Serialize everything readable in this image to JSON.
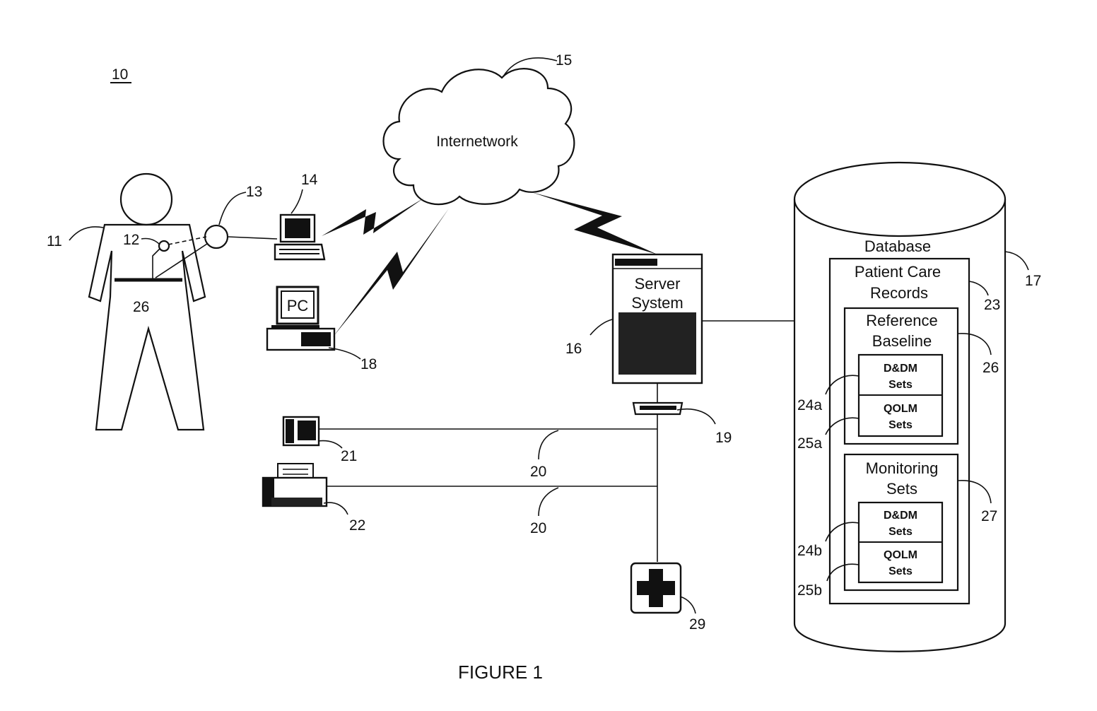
{
  "figure": {
    "ref_number": "10",
    "caption": "FIGURE 1"
  },
  "cloud": {
    "label": "Internetwork",
    "ref": "15"
  },
  "patient": {
    "ref_body": "11",
    "ref_sensor": "12",
    "ref_monitor": "13",
    "ref_belt": "26"
  },
  "laptop": {
    "ref": "14"
  },
  "pc": {
    "label": "PC",
    "ref": "18"
  },
  "server": {
    "line1": "Server",
    "line2": "System",
    "ref": "16"
  },
  "router": {
    "ref": "19"
  },
  "phone": {
    "ref": "21"
  },
  "fax": {
    "ref": "22"
  },
  "lines": {
    "ref_top": "20",
    "ref_bottom": "20"
  },
  "medical": {
    "ref": "29"
  },
  "database": {
    "title": "Database",
    "ref": "17",
    "records": {
      "line1": "Patient Care",
      "line2": "Records",
      "ref": "23"
    },
    "reference": {
      "line1": "Reference",
      "line2": "Baseline",
      "ref": "26",
      "set1": {
        "line1": "D&DM",
        "line2": "Sets",
        "ref": "24a"
      },
      "set2": {
        "line1": "QOLM",
        "line2": "Sets",
        "ref": "25a"
      }
    },
    "monitoring": {
      "line1": "Monitoring",
      "line2": "Sets",
      "ref": "27",
      "set1": {
        "line1": "D&DM",
        "line2": "Sets",
        "ref": "24b"
      },
      "set2": {
        "line1": "QOLM",
        "line2": "Sets",
        "ref": "25b"
      }
    }
  }
}
